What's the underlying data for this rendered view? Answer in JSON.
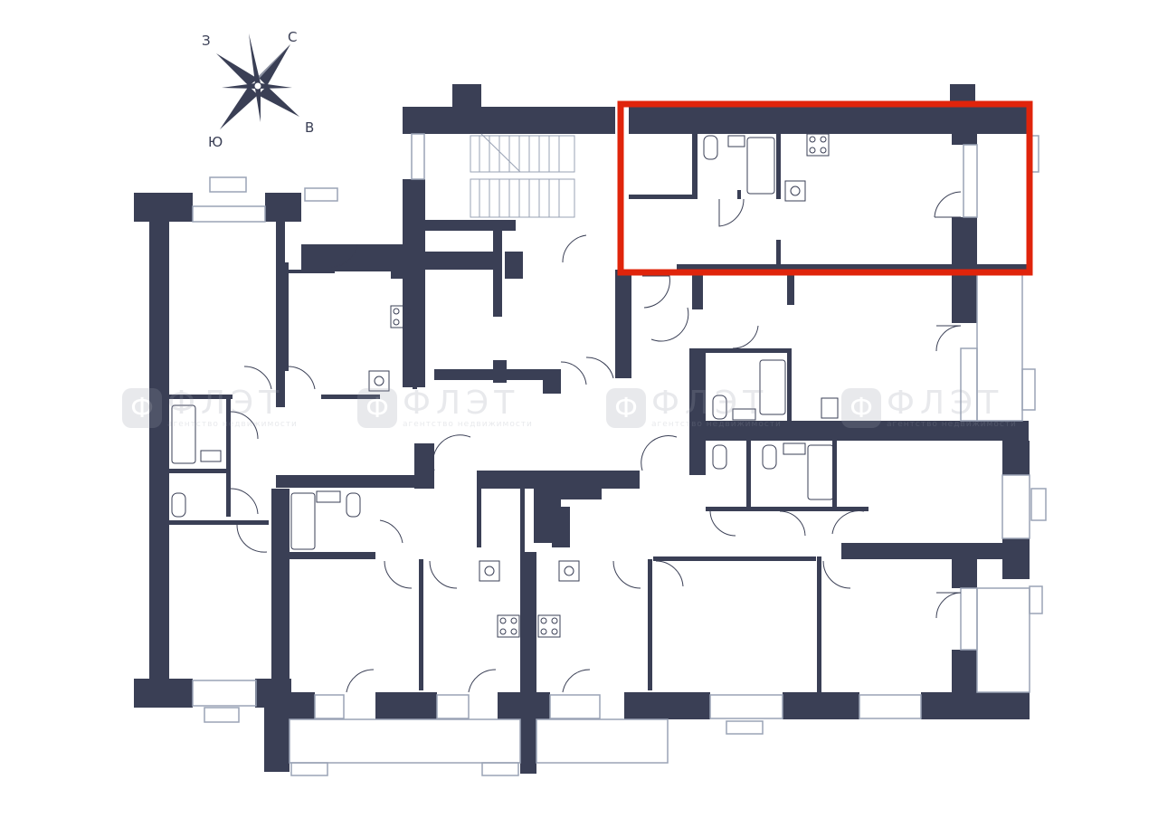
{
  "compass": {
    "north": "С",
    "east": "В",
    "south": "Ю",
    "west": "З"
  },
  "watermark": {
    "logo": "Ф",
    "title": "ФЛЭТ",
    "subtitle": "агентство недвижимости"
  },
  "colors": {
    "wall": "#3a3f55",
    "thin_line": "#3a3f55",
    "highlight": "#e0240b",
    "window": "#9aa3b5",
    "background": "#ffffff"
  }
}
